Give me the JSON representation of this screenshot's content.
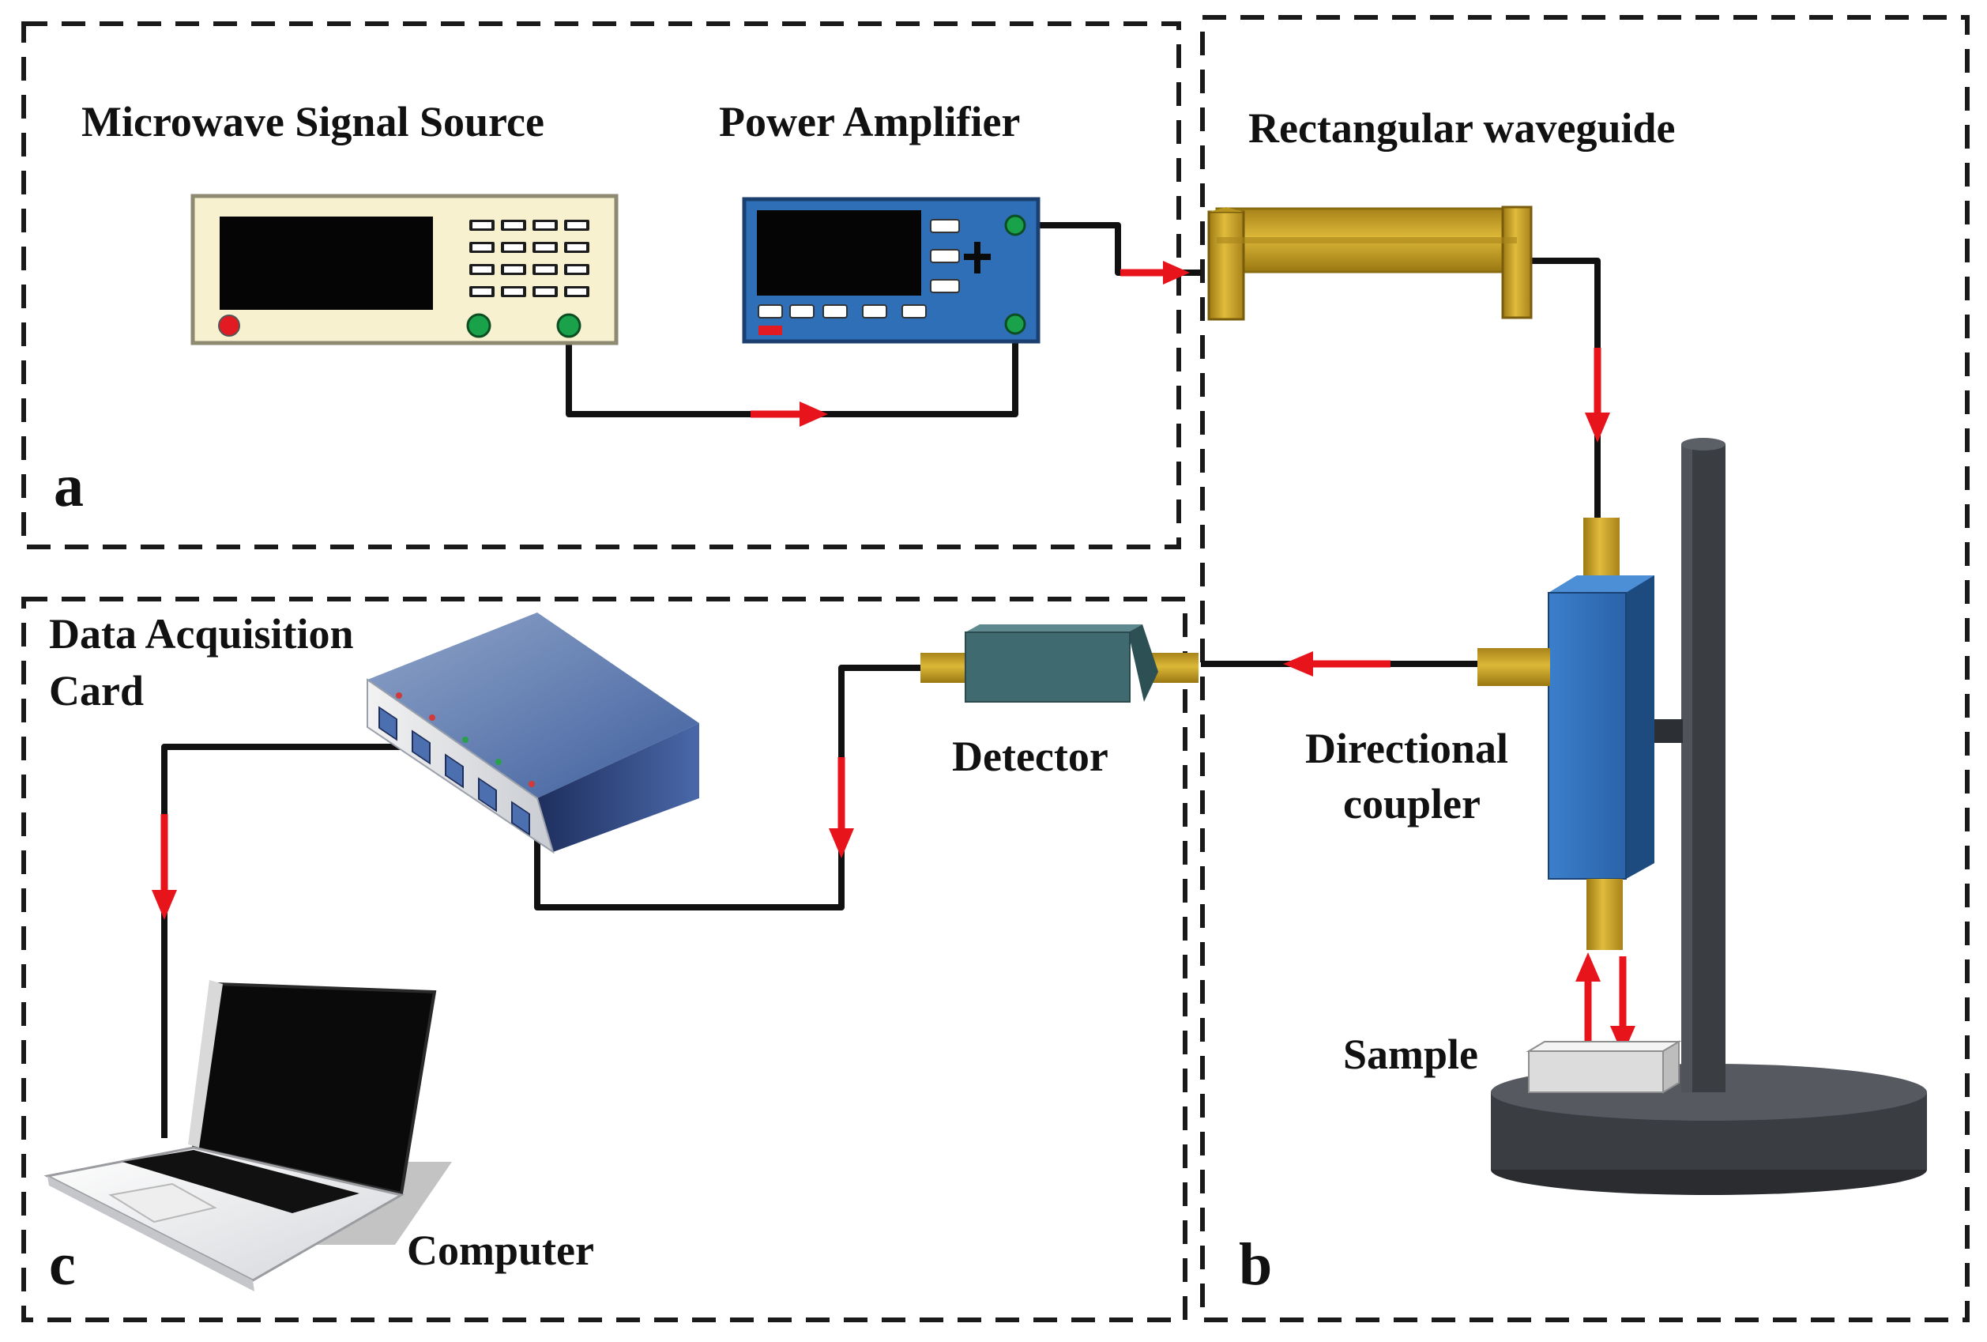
{
  "labels": {
    "signal_source": "Microwave Signal Source",
    "power_amplifier": "Power Amplifier",
    "waveguide": "Rectangular waveguide",
    "daq_line1": "Data Acquisition",
    "daq_line2": "Card",
    "detector": "Detector",
    "coupler_line1": "Directional",
    "coupler_line2": "coupler",
    "sample": "Sample",
    "computer": "Computer"
  },
  "panels": {
    "a": "a",
    "b": "b",
    "c": "c"
  },
  "colors": {
    "wire": "#111111",
    "signal_arrow": "#e8141c",
    "panel_border": "#1a1a1a",
    "source_body": "#f7f1cf",
    "amp_body": "#2f6fb8",
    "waveguide_brass": "#c9a227",
    "coupler_blue": "#2e6fbd",
    "detector_teal": "#3f6b70",
    "stand_dark": "#3a3d42",
    "led_green": "#19a24a",
    "led_red": "#e21b22"
  }
}
